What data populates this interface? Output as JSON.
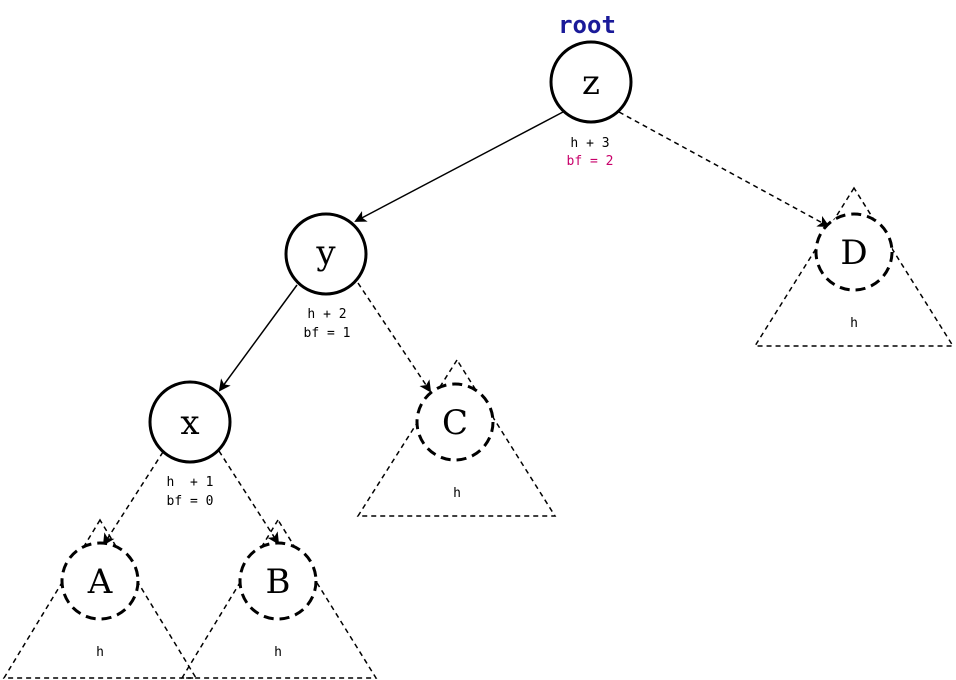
{
  "root_label": "root",
  "nodes": {
    "z": {
      "label": "z",
      "height": "h + 3",
      "bf": "bf = 2"
    },
    "y": {
      "label": "y",
      "height": "h + 2",
      "bf": "bf = 1"
    },
    "x": {
      "label": "x",
      "height": "h  + 1",
      "bf": "bf = 0"
    }
  },
  "subtrees": {
    "A": {
      "label": "A",
      "height": "h"
    },
    "B": {
      "label": "B",
      "height": "h"
    },
    "C": {
      "label": "C",
      "height": "h"
    },
    "D": {
      "label": "D",
      "height": "h"
    }
  },
  "colors": {
    "root_label": "#1a1a99",
    "alert_bf": "#c8006a"
  }
}
